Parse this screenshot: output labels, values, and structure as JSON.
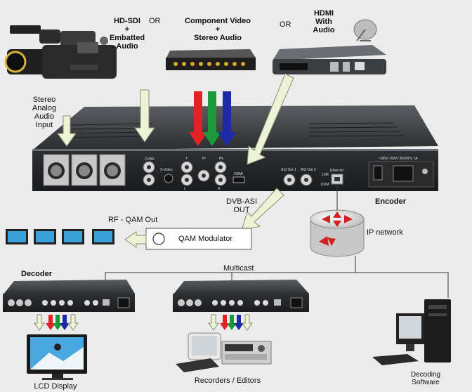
{
  "sources": {
    "hdsdi": [
      "HD-SDI",
      "+",
      "Embatted",
      "Audio"
    ],
    "or1": "OR",
    "component": [
      "Component Video",
      "+",
      "Stereo Audio"
    ],
    "or2": "OR",
    "hdmi": [
      "HDMI",
      "With",
      "Audio"
    ],
    "stereo": [
      "Stereo",
      "Analog",
      "Audio",
      "Input"
    ]
  },
  "encoder": {
    "label": "Encoder",
    "power_text": "~180V~260V 50/60Hz 1A",
    "port_labels": {
      "cvbs": "CVBS",
      "svideo": "S-Video",
      "y": "Y",
      "pr": "Pr",
      "pb": "Pb",
      "l": "L",
      "r": "R",
      "hdmi": "HDMI",
      "asi1": "ASI Out 1",
      "asi2": "ASI Out 2",
      "sp10": "10M",
      "sp100": "100M",
      "ethernet": "Ethernet"
    }
  },
  "dvb_asi": [
    "DVB-ASI",
    "OUT"
  ],
  "rf_qam": "RF - QAM Out",
  "qam_modulator": "QAM Modulator",
  "ip_network": "IP network",
  "multicast": "Multicast",
  "decoder": "Decoder",
  "outputs": {
    "lcd": "LCD Display",
    "recorders": "Recorders / Editors",
    "software": [
      "Decoding",
      "Software"
    ]
  },
  "colors": {
    "red": "#e32323",
    "green": "#1a9a3a",
    "blue": "#1c2aa8",
    "arrow_fill": "#eef2d6",
    "arrow_stroke": "#8a8f6a"
  }
}
